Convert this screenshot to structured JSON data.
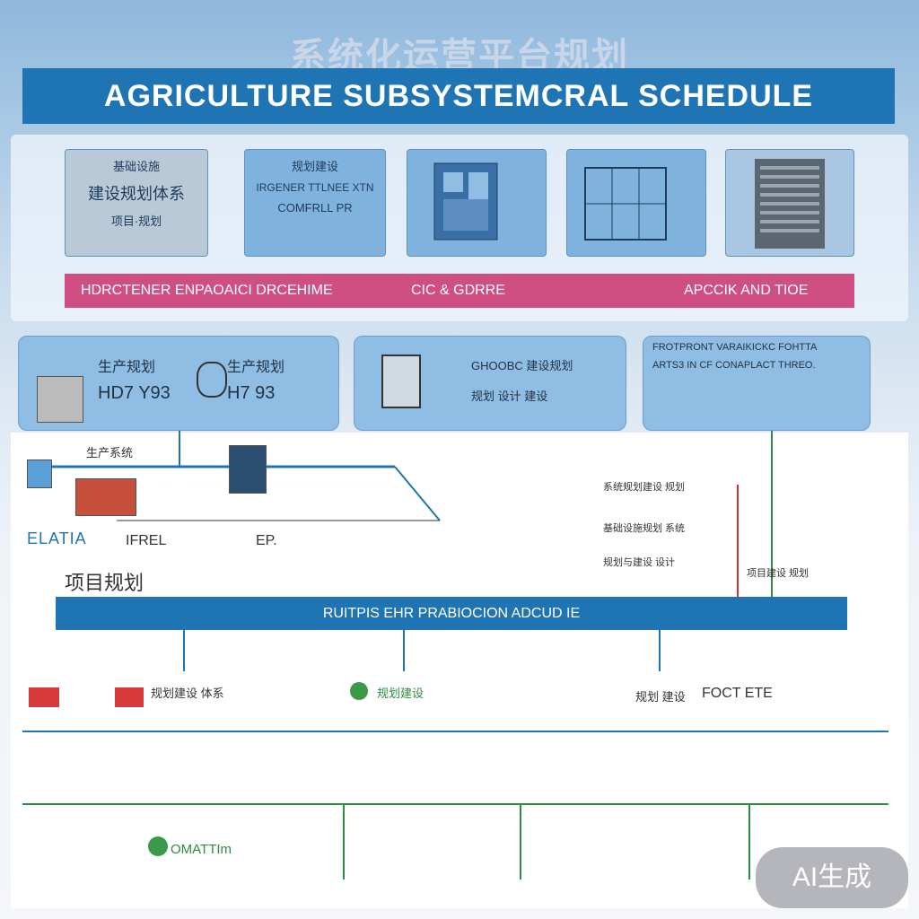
{
  "header": {
    "top_title": "系统化运营平台规划",
    "banner": "AGRICULTURE SUBSYSTEMCRAL SCHEDULE"
  },
  "top_cards": [
    {
      "lines": [
        "基础设施",
        "建设规划体系",
        "项目·规划"
      ]
    },
    {
      "lines": [
        "规划建设",
        "IRGENER TTLNEE XTN",
        "COMFRLL PR"
      ]
    },
    {
      "lines": []
    },
    {
      "lines": []
    },
    {
      "lines": []
    }
  ],
  "pink_bar": {
    "left": "HDRCTENER ENPAOAICI DRCEHIME",
    "center": "CIC & GDRRE",
    "right": "APCCIK AND TIOE"
  },
  "mid_cards": [
    {
      "title": "生产规划",
      "code": "HD7 Y93",
      "sub_title": "生产规划",
      "sub_code": "H7 93"
    },
    {
      "title": "GHOOBC 建设规划",
      "code": "规划 设计 建设"
    },
    {
      "title": "FROTPRONT VARAIKICKC FOHTTA",
      "code": "ARTS3 IN CF CONAPLACT THREO."
    }
  ],
  "diagram": {
    "left_label": "生产系统",
    "elatia": "ELATIA",
    "elatia_code": "IFREL",
    "elatia_code2": "EP.",
    "lower_cn": "项目规划",
    "right_lines": [
      "系统规划建设 规划",
      "基础设施规划 系统",
      "规划与建设 设计",
      "项目建设 规划"
    ]
  },
  "blue_bar": "RUITPIS EHR PRABIOCION ADCUD IE",
  "bottom_row": {
    "item1": "规划建设 体系",
    "item2": "规划建设",
    "item3": "规划 建设",
    "item4": "FOCT ETE"
  },
  "footer_item": "OMATTIm",
  "badge": "AI生成",
  "colors": {
    "primary_blue": "#1f74b3",
    "accent_pink": "#d04f83",
    "card_blue": "#7fb2dc"
  }
}
